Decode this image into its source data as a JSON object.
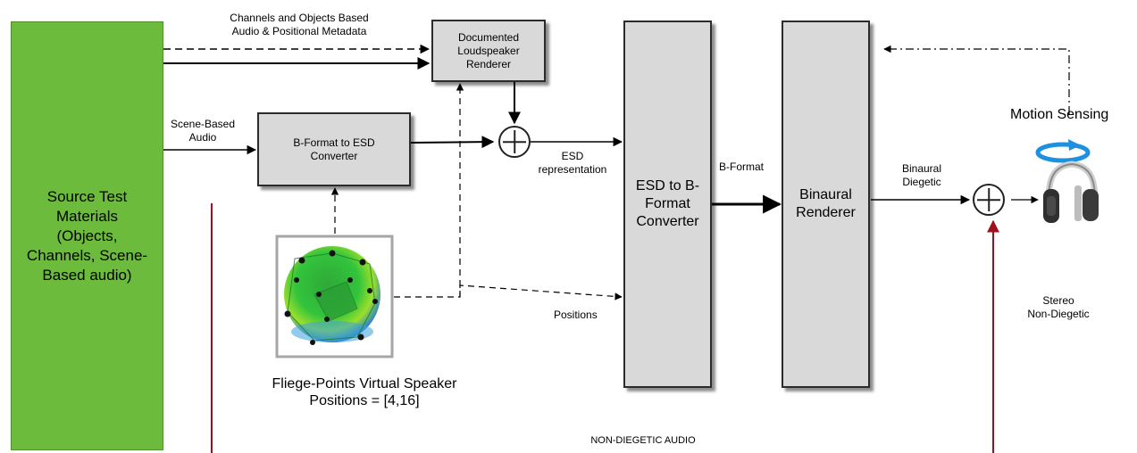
{
  "blocks": {
    "source": "Source Test Materials (Objects, Channels, Scene-Based audio)",
    "loudspeaker_renderer": "Documented Loudspeaker Renderer",
    "bformat_to_esd": "B-Format to ESD Converter",
    "esd_to_bformat": "ESD to B-Format Converter",
    "binaural_renderer": "Binaural Renderer"
  },
  "labels": {
    "channels_objects_line1": "Channels and Objects Based",
    "channels_objects_line2": "Audio & Positional Metadata",
    "scene_based_line1": "Scene-Based",
    "scene_based_line2": "Audio",
    "esd_line1": "ESD",
    "esd_line2": "representation",
    "positions": "Positions",
    "b_format": "B-Format",
    "binaural_line1": "Binaural",
    "binaural_line2": "Diegetic",
    "motion_sensing": "Motion Sensing",
    "stereo_line1": "Stereo",
    "stereo_line2": "Non-Diegetic",
    "fliege_line1": "Fliege-Points Virtual Speaker",
    "fliege_line2": "Positions = [4,16]",
    "non_diegetic": "NON-DIEGETIC AUDIO"
  },
  "icons": {
    "motion": "rotation-arrow-icon",
    "headphones": "headphones-icon",
    "sphere": "fliege-sphere-icon"
  },
  "colors": {
    "source_fill": "#6cbb3c",
    "block_fill": "#d9d9d9",
    "non_diegetic_line": "#a0101a",
    "motion_arrow": "#1e90e0"
  }
}
